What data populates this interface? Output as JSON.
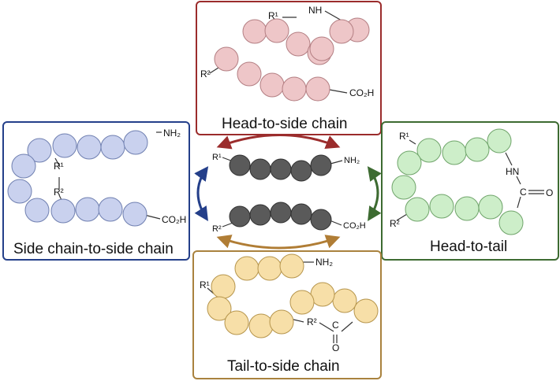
{
  "colors": {
    "red_border": "#9b2c2c",
    "red_bead": "#eec6c8",
    "red_bead_stroke": "#b37e82",
    "blue_border": "#243f8a",
    "blue_bead": "#c9d1ee",
    "blue_bead_stroke": "#6f7fb0",
    "green_border": "#3d6b31",
    "green_bead": "#cdeec9",
    "green_bead_stroke": "#6fa46a",
    "gold_border": "#a9823e",
    "gold_bead": "#f7dfa8",
    "gold_bead_stroke": "#b6954c",
    "gray_bead": "#5a5a5a",
    "gray_bead_stroke": "#303030",
    "arrow_red": "#9b2c2c",
    "arrow_blue": "#243f8a",
    "arrow_green": "#3d6b31",
    "arrow_gold": "#b07d35"
  },
  "panels": {
    "top": {
      "title": "Head-to-side chain",
      "labels": {
        "r1": "R¹",
        "nh": "NH",
        "r2": "R²",
        "co2h": "CO₂H"
      }
    },
    "left": {
      "title": "Side chain-to-side chain",
      "labels": {
        "nh2": "NH₂",
        "r1": "R¹",
        "r2": "R²",
        "co2h": "CO₂H"
      }
    },
    "right": {
      "title": "Head-to-tail",
      "labels": {
        "r1": "R¹",
        "hn": "HN",
        "c": "C",
        "o": "O",
        "r2": "R²"
      }
    },
    "bottom": {
      "title": "Tail-to-side chain",
      "labels": {
        "nh2": "NH₂",
        "r1": "R¹",
        "r2": "R²",
        "c": "C",
        "o": "O"
      }
    }
  },
  "center": {
    "labels": {
      "r1": "R¹",
      "nh2": "NH₂",
      "r2": "R²",
      "co2h": "CO₂H"
    }
  }
}
